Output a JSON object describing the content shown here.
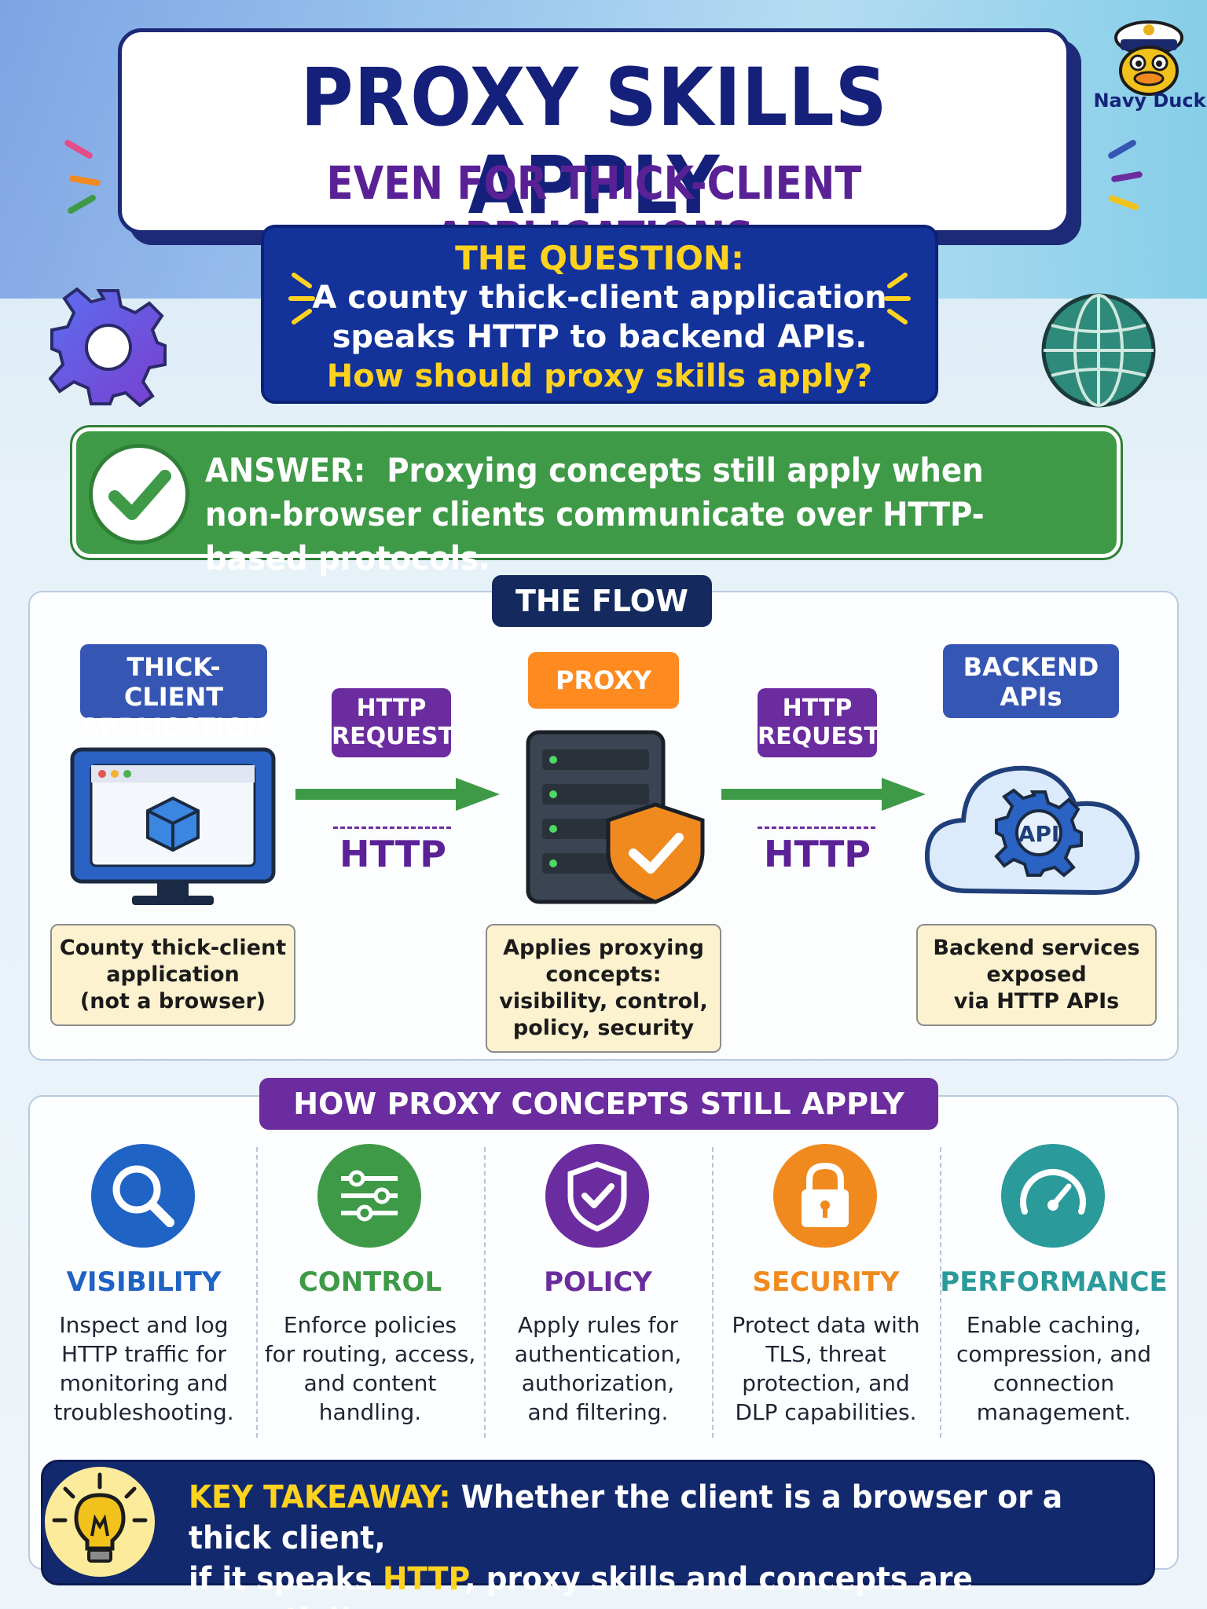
{
  "header": {
    "title": "PROXY SKILLS APPLY",
    "subtitle": "EVEN FOR THICK-CLIENT APPLICATIONS",
    "logo_label": "Navy Duck"
  },
  "question": {
    "label": "THE QUESTION:",
    "line1": "A county thick-client application",
    "line2": "speaks HTTP to backend APIs.",
    "line3": "How should proxy skills apply?"
  },
  "answer": {
    "label": "ANSWER:",
    "line1": "Proxying concepts still apply when",
    "line2": "non-browser clients communicate over HTTP-based protocols."
  },
  "flow": {
    "title": "THE FLOW",
    "client": {
      "tag_line1": "THICK-CLIENT",
      "tag_line2": "APPLICATION",
      "note_line1": "County thick-client",
      "note_line2": "application",
      "note_line3": "(not a browser)"
    },
    "proxy": {
      "tag": "PROXY",
      "note_line1": "Applies proxying",
      "note_line2": "concepts:",
      "note_line3": "visibility, control,",
      "note_line4": "policy, security"
    },
    "backend": {
      "tag_line1": "BACKEND",
      "tag_line2": "APIs",
      "icon_text": "API",
      "note_line1": "Backend services",
      "note_line2": "exposed",
      "note_line3": "via HTTP APIs"
    },
    "arrow1": {
      "tag_line1": "HTTP",
      "tag_line2": "REQUEST",
      "protocol": "HTTP"
    },
    "arrow2": {
      "tag_line1": "HTTP",
      "tag_line2": "REQUEST",
      "protocol": "HTTP"
    }
  },
  "concepts": {
    "title": "HOW PROXY CONCEPTS STILL APPLY",
    "items": [
      {
        "heading": "VISIBILITY",
        "color": "#1f63c4",
        "icon": "magnifier-icon",
        "d1": "Inspect and log",
        "d2": "HTTP traffic for",
        "d3": "monitoring and",
        "d4": "troubleshooting."
      },
      {
        "heading": "CONTROL",
        "color": "#3e9a47",
        "icon": "sliders-icon",
        "d1": "Enforce policies",
        "d2": "for routing, access,",
        "d3": "and content",
        "d4": "handling."
      },
      {
        "heading": "POLICY",
        "color": "#6a2c9e",
        "icon": "shield-check-icon",
        "d1": "Apply rules for",
        "d2": "authentication,",
        "d3": "authorization,",
        "d4": "and filtering."
      },
      {
        "heading": "SECURITY",
        "color": "#f08a1e",
        "icon": "lock-icon",
        "d1": "Protect data with",
        "d2": "TLS, threat",
        "d3": "protection, and",
        "d4": "DLP capabilities."
      },
      {
        "heading": "PERFORMANCE",
        "color": "#2a9a9a",
        "icon": "gauge-icon",
        "d1": "Enable caching,",
        "d2": "compression, and",
        "d3": "connection",
        "d4": "management."
      }
    ]
  },
  "takeaway": {
    "label": "KEY TAKEAWAY:",
    "text1": "Whether the client is a browser or a thick client,",
    "text2a": "if it speaks",
    "text2b": "HTTP",
    "text2c": ", proxy skills and concepts are essential!"
  },
  "colors": {
    "navy": "#14207a",
    "purple": "#6a2c9e",
    "green": "#3e9a47",
    "yellow": "#ffd21f",
    "orange": "#ff8a1f"
  }
}
